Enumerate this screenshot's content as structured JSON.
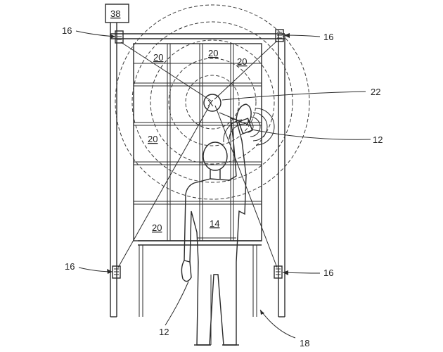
{
  "labels": {
    "box_38": "38",
    "sensor_top_left": "16",
    "sensor_top_right": "16",
    "sensor_bottom_left": "16",
    "sensor_bottom_right": "16",
    "bin_1": "20",
    "bin_2": "20",
    "bin_3": "20",
    "bin_4": "20",
    "bin_5": "20",
    "target_22": "22",
    "device_right_12": "12",
    "device_left_12": "12",
    "person_14": "14",
    "floor_18": "18",
    "marker_x": "X"
  }
}
